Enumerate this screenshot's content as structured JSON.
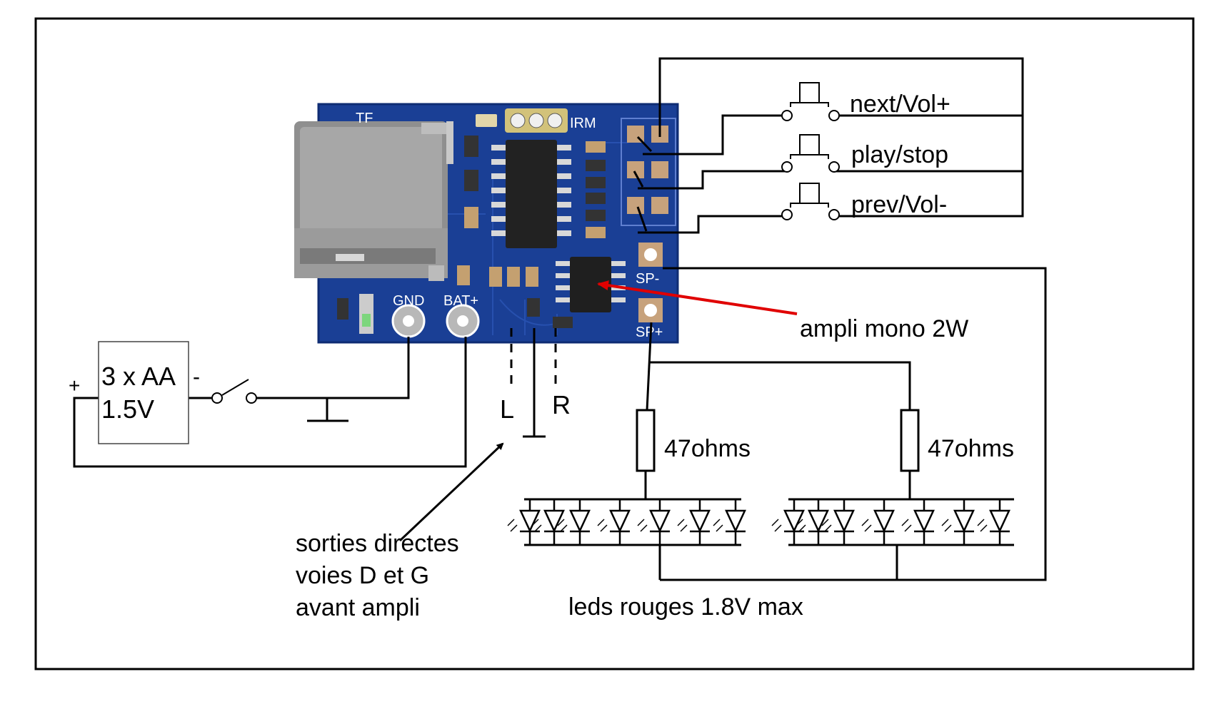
{
  "board": {
    "silk_tf": "TF",
    "silk_irm": "IRM",
    "silk_gnd": "GND",
    "silk_bat": "BAT+",
    "silk_spm": "SP-",
    "silk_spp": "SP+"
  },
  "buttons": {
    "next": "next/Vol+",
    "play": "play/stop",
    "prev": "prev/Vol-"
  },
  "battery": {
    "line1": "3 x AA",
    "line2": "1.5V",
    "plus": "+",
    "minus": "-"
  },
  "outputs": {
    "left": "L",
    "right": "R"
  },
  "amp_label": "ampli mono 2W",
  "resistors": {
    "left": "47ohms",
    "right": "47ohms"
  },
  "note": {
    "line1": "sorties directes",
    "line2": "voies D et G",
    "line3": "avant ampli"
  },
  "leds_label": "leds rouges 1.8V max",
  "colors": {
    "pcb": "#1a3f95",
    "pcb_dark": "#0f2c73",
    "sd_slot": "#8f8f8f",
    "annotation_arrow": "#e00000",
    "wire": "#000000"
  }
}
